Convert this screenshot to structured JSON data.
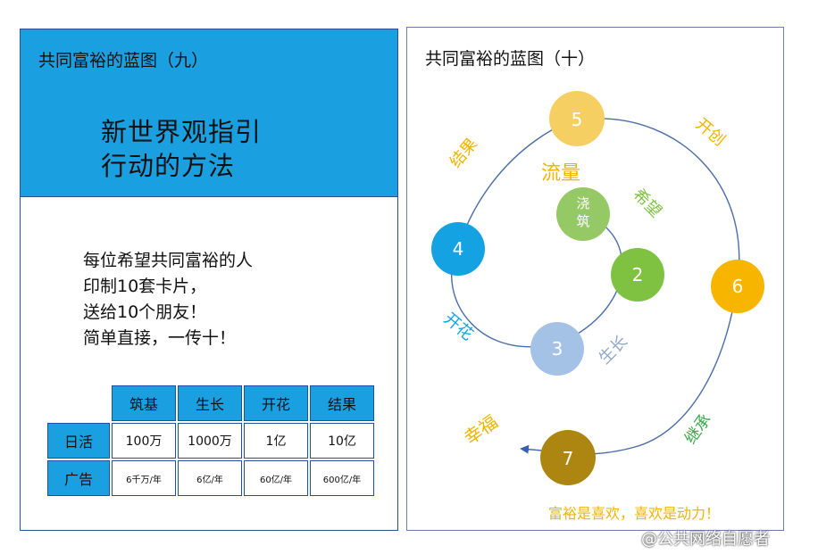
{
  "left": {
    "header_title": "共同富裕的蓝图（九）",
    "header_lines": [
      "新世界观指引",
      "行动的方法"
    ],
    "body_lines": [
      "每位希望共同富裕的人",
      "印制10套卡片，",
      "送给10个朋友！",
      "简单直接，一传十！"
    ],
    "table": {
      "columns": [
        "筑基",
        "生长",
        "开花",
        "结果"
      ],
      "rows": [
        {
          "label": "日活",
          "values": [
            "100万",
            "1000万",
            "1亿",
            "10亿"
          ]
        },
        {
          "label": "广告",
          "values": [
            "6千万/年",
            "6亿/年",
            "60亿/年",
            "600亿/年"
          ]
        }
      ]
    }
  },
  "right": {
    "title": "共同富裕的蓝图（十）",
    "nodes": [
      {
        "label": "浇\n筑",
        "color": "#95c965"
      },
      {
        "label": "2",
        "color": "#7fc241"
      },
      {
        "label": "3",
        "color": "#a4c2e6"
      },
      {
        "label": "4",
        "color": "#15a2e2"
      },
      {
        "label": "5",
        "color": "#f6cf62"
      },
      {
        "label": "6",
        "color": "#f7b500"
      },
      {
        "label": "7",
        "color": "#ad8612"
      }
    ],
    "labels": {
      "flow": "流量",
      "hope": "希望",
      "grow": "生长",
      "bloom": "开花",
      "fruit": "结果",
      "create": "开创",
      "inherit": "继承",
      "happiness": "幸福",
      "slogan": "富裕是喜欢，喜欢是动力！"
    },
    "label_colors": {
      "green": "#7fc241",
      "blue": "#15a2e2",
      "grey_blue": "#8fa9c9",
      "yellow": "#f0b400",
      "green_dark": "#3aa84a"
    }
  },
  "watermark": "@公共网络自愿者"
}
